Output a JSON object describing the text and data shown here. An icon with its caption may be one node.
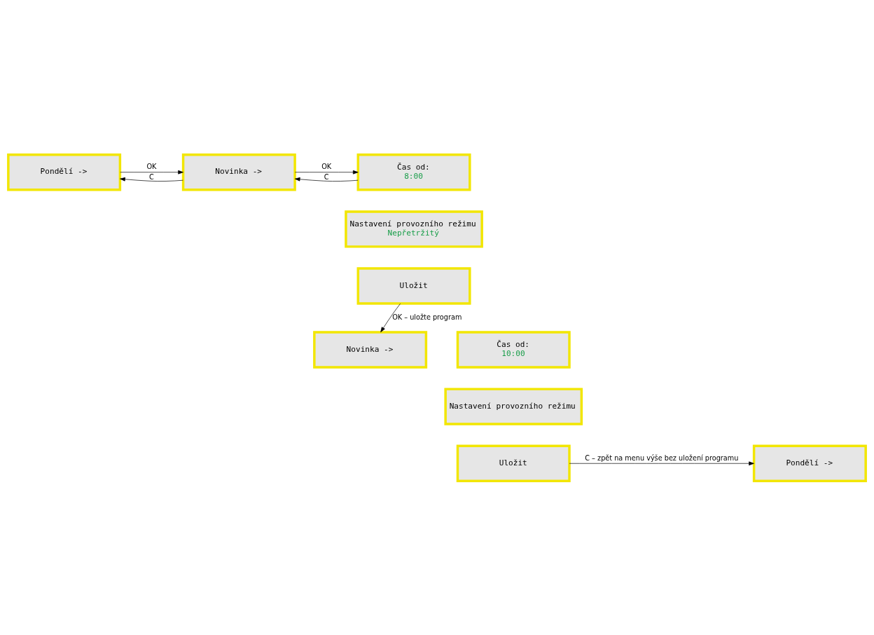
{
  "diagram": {
    "nodes": [
      {
        "text": [
          "Pondělí ->"
        ]
      },
      {
        "text": [
          "Novinka ->"
        ]
      },
      {
        "text": [
          "Čas od:",
          "8:00"
        ]
      },
      {
        "text": [
          "Nastavení provozního režimu",
          "Nepřetržitý"
        ]
      },
      {
        "text": [
          "Uložit"
        ]
      },
      {
        "text": [
          "Novinka ->"
        ]
      },
      {
        "text": [
          "Čas od:",
          "10:00"
        ]
      },
      {
        "text": [
          "Nastavení provozního režimu"
        ]
      },
      {
        "text": [
          "Pondělí ->"
        ]
      },
      {
        "text": [
          "Uložit"
        ]
      }
    ],
    "edges": [
      {
        "from": 0,
        "to": 1,
        "arrow": "to",
        "label": "OK"
      },
      {
        "from": 1,
        "to": 0,
        "arrow": "to",
        "label": "C"
      },
      {
        "from": 1,
        "to": 2,
        "arrow": "to",
        "label": "OK"
      },
      {
        "from": 2,
        "to": 1,
        "arrow": "to",
        "label": "C"
      },
      {
        "from": 4,
        "to": 5,
        "arrow": "to",
        "label": "OK – uložte program"
      },
      {
        "from": 9,
        "to": 8,
        "arrow": "to",
        "label": "C – zpět na menu výše bez uložení programu"
      }
    ]
  }
}
